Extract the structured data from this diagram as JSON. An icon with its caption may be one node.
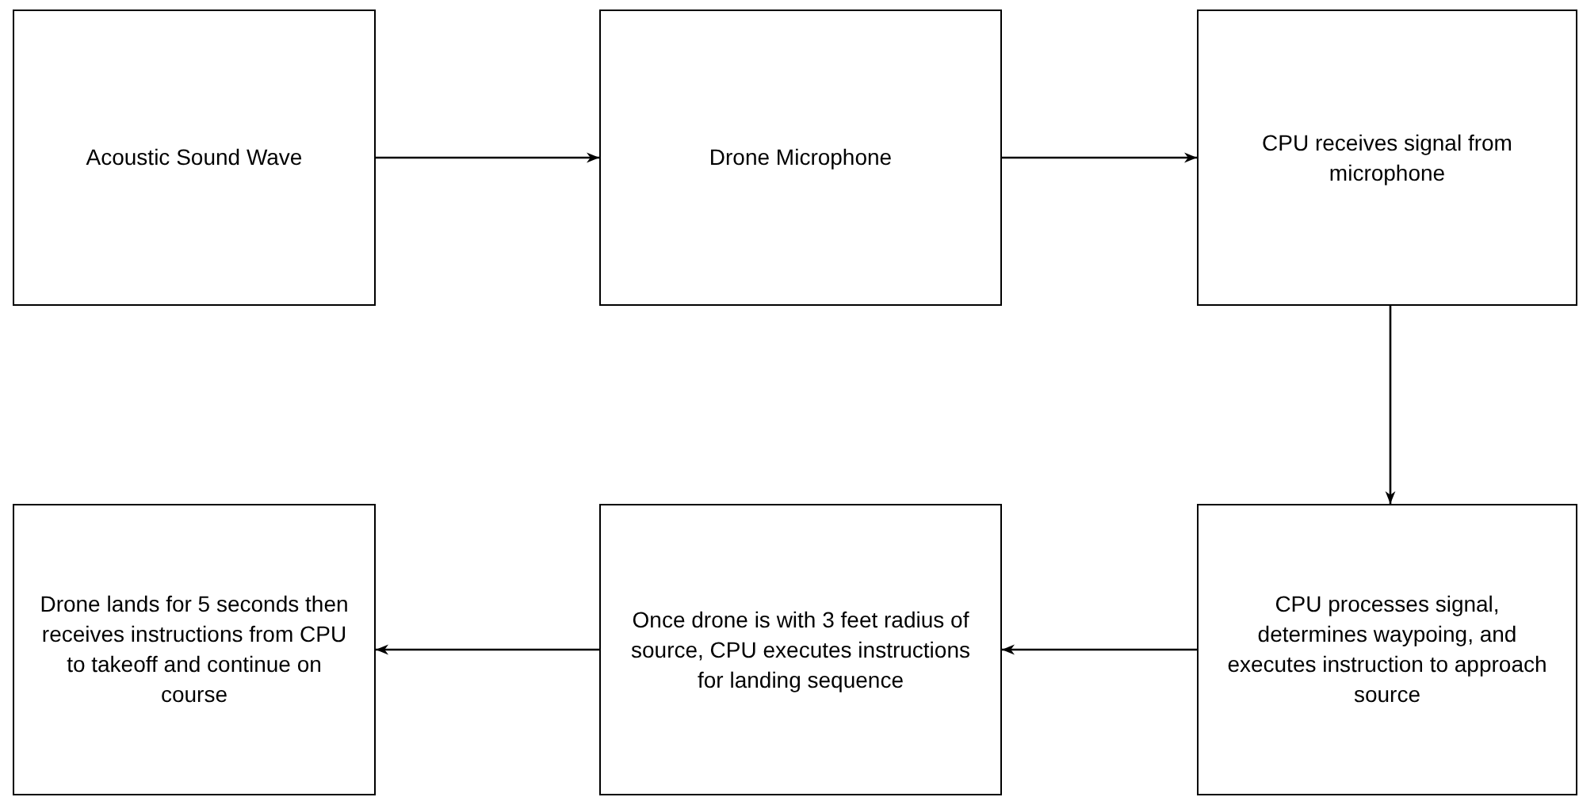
{
  "diagram": {
    "nodes": [
      {
        "text": [
          "Acoustic Sound Wave"
        ]
      },
      {
        "text": [
          "Drone Microphone"
        ]
      },
      {
        "text": [
          "CPU receives signal from microphone"
        ]
      },
      {
        "text": [
          "Drone lands for 5 seconds then receives instructions from CPU to takeoff and continue on course"
        ]
      },
      {
        "text": [
          "Once drone is with 3 feet radius of source, CPU executes instructions for landing sequence"
        ]
      },
      {
        "text": [
          "CPU processes signal, determines waypoing, and executes instruction to approach source"
        ]
      }
    ],
    "edges": [
      {
        "from": 0,
        "to": 1,
        "arrow": "to"
      },
      {
        "from": 1,
        "to": 2,
        "arrow": "to"
      },
      {
        "from": 2,
        "to": 5,
        "arrow": "to"
      },
      {
        "from": 5,
        "to": 4,
        "arrow": "to"
      },
      {
        "from": 4,
        "to": 3,
        "arrow": "to"
      }
    ]
  }
}
